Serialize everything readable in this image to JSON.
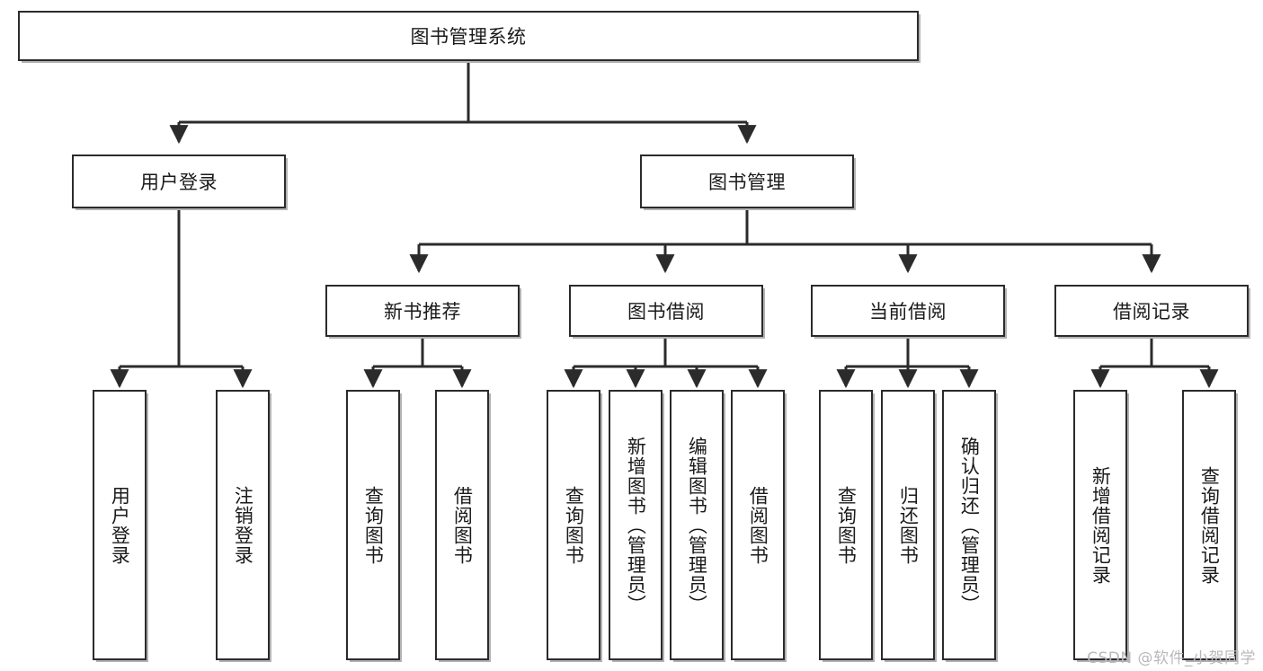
{
  "diagram": {
    "title": "图书管理系统",
    "type": "tree-hierarchy",
    "watermark": "CSDN @软件_小贺同学",
    "accent_border_color": "#2b2b2b",
    "background_color": "#ffffff"
  },
  "nodes": {
    "root": {
      "label": "图书管理系统"
    },
    "level2": [
      {
        "label": "用户登录"
      },
      {
        "label": "图书管理"
      }
    ],
    "level3": [
      {
        "label": "新书推荐"
      },
      {
        "label": "图书借阅"
      },
      {
        "label": "当前借阅"
      },
      {
        "label": "借阅记录"
      }
    ],
    "leaves": {
      "user_login": [
        {
          "label": "用户登录"
        },
        {
          "label": "注销登录"
        }
      ],
      "new_book_recommend": [
        {
          "label": "查询图书"
        },
        {
          "label": "借阅图书"
        }
      ],
      "book_borrow": [
        {
          "label": "查询图书"
        },
        {
          "label": "新增图书（管理员）"
        },
        {
          "label": "编辑图书（管理员）"
        },
        {
          "label": "借阅图书"
        }
      ],
      "current_borrow": [
        {
          "label": "查询图书"
        },
        {
          "label": "归还图书"
        },
        {
          "label": "确认归还（管理员）"
        }
      ],
      "borrow_record": [
        {
          "label": "新增借阅记录"
        },
        {
          "label": "查询借阅记录"
        }
      ]
    }
  }
}
